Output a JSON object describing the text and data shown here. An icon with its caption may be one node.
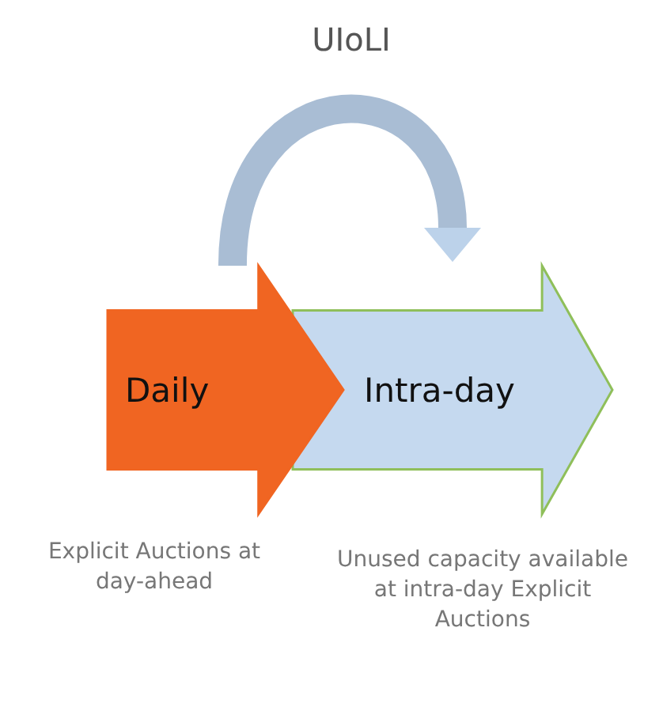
{
  "diagram": {
    "nodes": [
      {
        "text": [
          "Daily"
        ],
        "beside": [
          "Explicit Auctions at day-ahead"
        ]
      },
      {
        "text": [
          "Intra-day"
        ],
        "beside": [
          "Unused capacity available at intra-day Explicit Auctions"
        ]
      }
    ],
    "edges": [
      {
        "from": 0,
        "to": 1,
        "arrow": "to",
        "label": "UIoLI"
      }
    ]
  }
}
